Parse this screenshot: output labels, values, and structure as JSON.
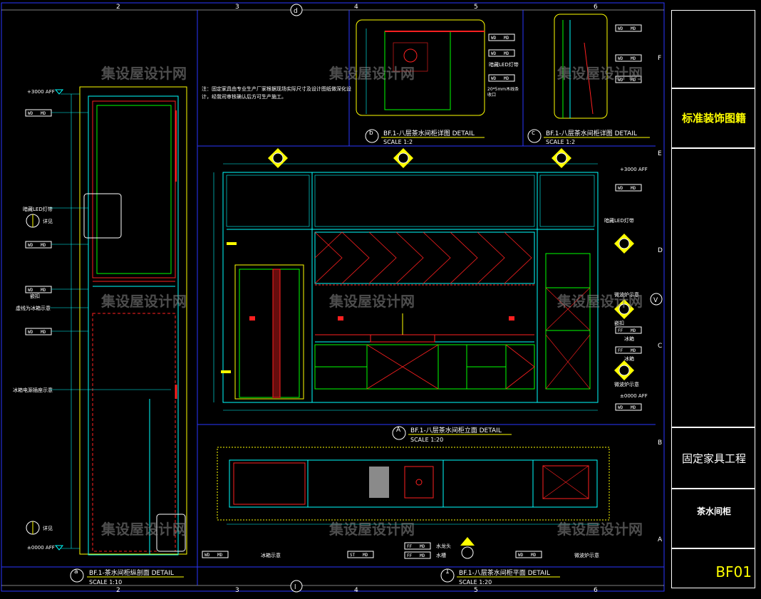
{
  "drawing": {
    "note": "注：固定家具由专业生产厂家根据现场实际尺寸及设计图纸做深化设计，经我司审核确认后方可生产施工。",
    "grid_numbers": [
      "2",
      "3",
      "4",
      "5",
      "6"
    ],
    "grid_letters": [
      "F",
      "E",
      "D",
      "C",
      "B",
      "A"
    ],
    "axis_bubbles": {
      "top": "d",
      "bottom": "l",
      "right": "V"
    },
    "levels": {
      "top": "+3000 AFF",
      "bottom": "±0000 AFF"
    },
    "views": [
      {
        "id": "section",
        "marker": "a",
        "title": "BF.1-茶水间柜纵剖面 DETAIL",
        "scale": "SCALE 1:10"
      },
      {
        "id": "elevation",
        "marker": "A",
        "title": "BF.1-八层茶水间柜立面 DETAIL",
        "scale": "SCALE 1:20"
      },
      {
        "id": "plan",
        "marker": "1",
        "title": "BF.1-八层茶水间柜平面 DETAIL",
        "scale": "SCALE 1:20"
      },
      {
        "id": "detail-b",
        "marker": "b",
        "title": "BF.1-八层茶水间柜详图 DETAIL",
        "scale": "SCALE 1:2"
      },
      {
        "id": "detail-c",
        "marker": "c",
        "title": "BF.1-八层茶水间柜详图 DETAIL",
        "scale": "SCALE 1:2"
      }
    ],
    "annotations": {
      "led": "暗藏LED灯带",
      "detail": "详见",
      "ref": "嵌扣",
      "fridge_dashed": "虚线为冰箱示意",
      "fridge_power": "冰箱电源插座示意",
      "fridge": "冰箱示意",
      "faucet": "水龙头",
      "basin": "水槽",
      "microwave": "微波炉示意",
      "fridge2": "冰箱",
      "oven": "微波炉示意",
      "wood_strip": "20*5mm木线条收口"
    },
    "tags": [
      "WD",
      "MD",
      "FF",
      "ST"
    ],
    "watermark": "集设屋设计网"
  },
  "title_block": {
    "category": "标准装饰图籍",
    "project": "固定家具工程",
    "item": "茶水间柜",
    "sheet": "BF01"
  },
  "colors": {
    "cyan": "#00ffff",
    "yellow": "#ffff00",
    "red": "#ff2020",
    "blue": "#2a36ff",
    "green": "#00ff00",
    "white": "#ffffff"
  }
}
